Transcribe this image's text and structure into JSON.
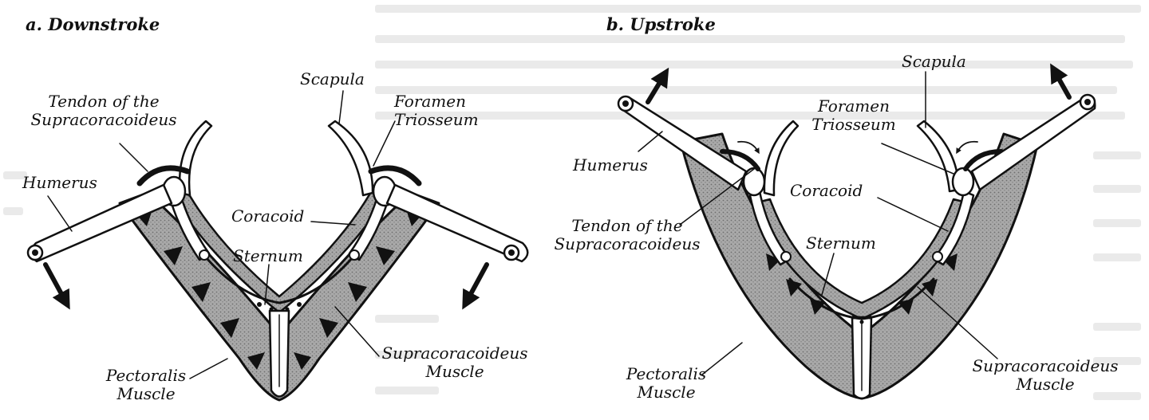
{
  "panel_a": {
    "title": "a. Downstroke",
    "labels": {
      "scapula": "Scapula",
      "tendon_1": "Tendon of the",
      "tendon_2": "Supracoracoideus",
      "foramen_1": "Foramen",
      "foramen_2": "Triosseum",
      "humerus": "Humerus",
      "coracoid": "Coracoid",
      "sternum": "Sternum",
      "pectoralis_1": "Pectoralis",
      "pectoralis_2": "Muscle",
      "supra_1": "Supracoracoideus",
      "supra_2": "Muscle"
    }
  },
  "panel_b": {
    "title": "b. Upstroke",
    "labels": {
      "scapula": "Scapula",
      "foramen_1": "Foramen",
      "foramen_2": "Triosseum",
      "humerus": "Humerus",
      "coracoid": "Coracoid",
      "tendon_1": "Tendon of the",
      "tendon_2": "Supracoracoideus",
      "sternum": "Sternum",
      "pectoralis_1": "Pectoralis",
      "pectoralis_2": "Muscle",
      "supra_1": "Supracoracoideus",
      "supra_2": "Muscle"
    }
  },
  "colors": {
    "ink": "#111111",
    "muscle_fill": "#9a9a9a",
    "bone_fill": "#ffffff",
    "background_text": "#d9d9d9"
  }
}
